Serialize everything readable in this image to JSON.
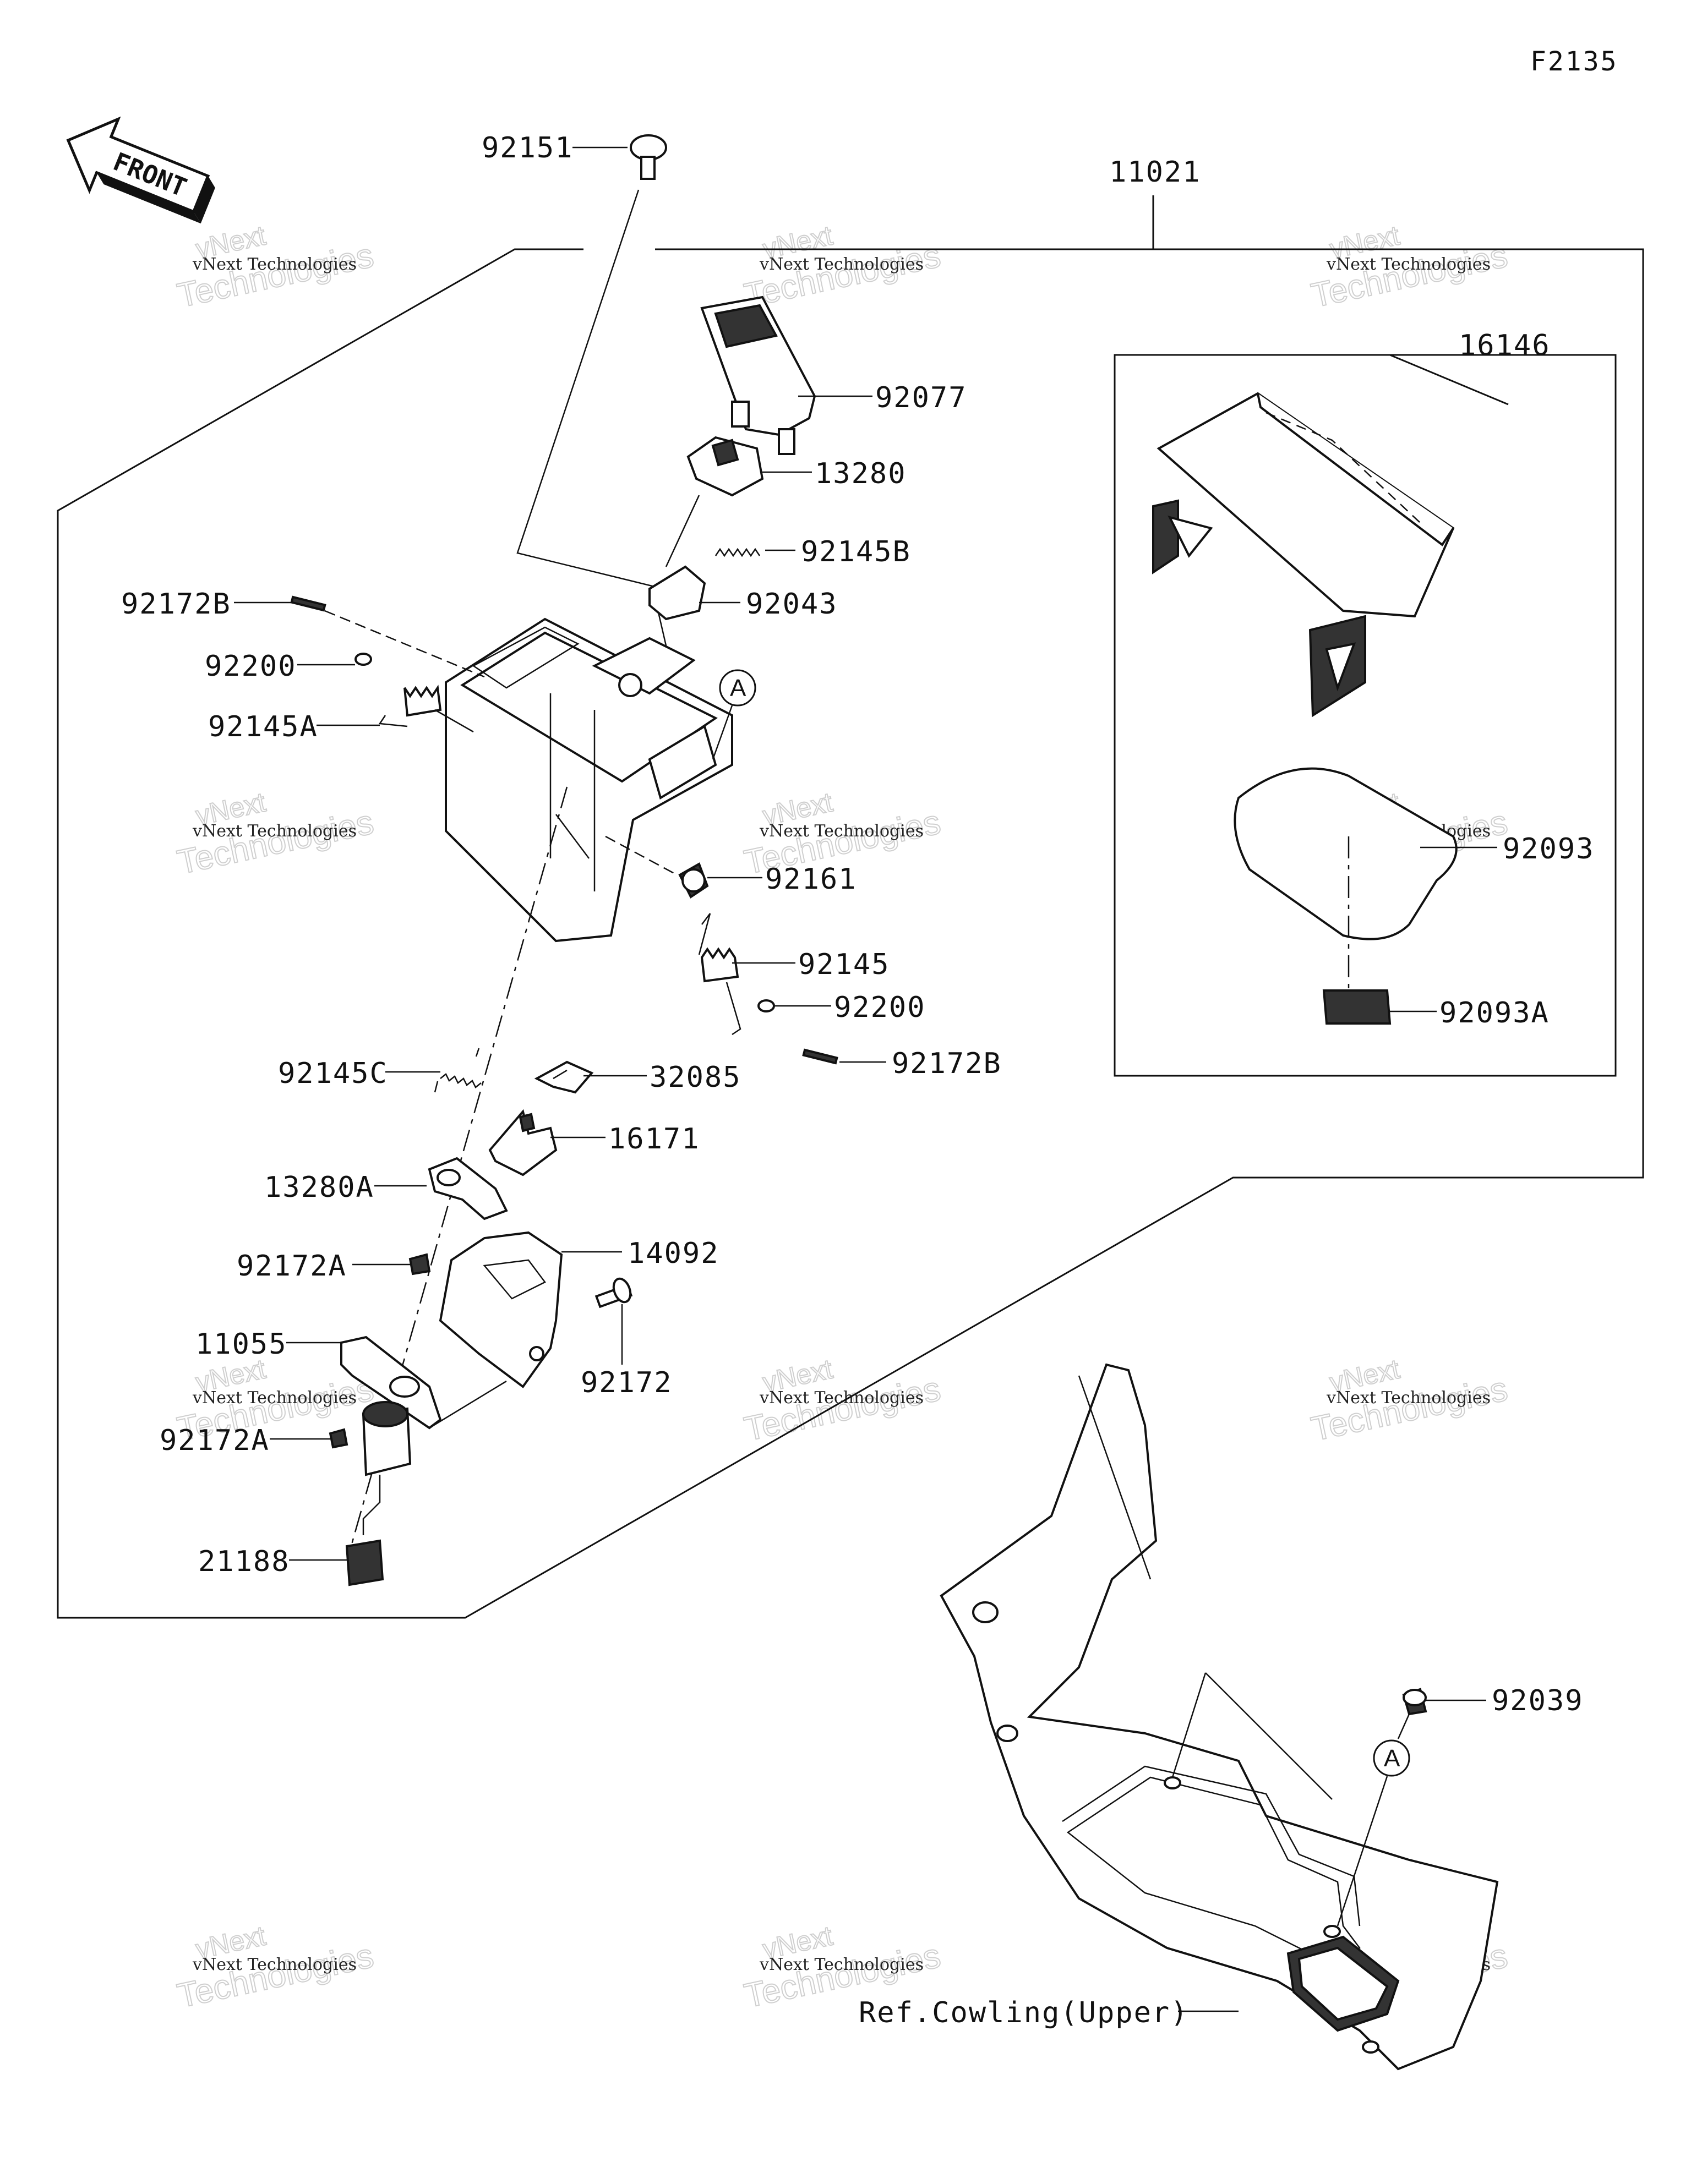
{
  "figure_code": "F2135",
  "front_label": "FRONT",
  "reference_label": "Ref.Cowling(Upper)",
  "callout_marker": "A",
  "watermark": {
    "line1": "vNext Technologies",
    "line2": "vNext",
    "line3": "Technologies"
  },
  "part_labels": {
    "p92151": "92151",
    "p11021": "11021",
    "p16146": "16146",
    "p92077": "92077",
    "p13280": "13280",
    "p92145B": "92145B",
    "p92043": "92043",
    "p92172B_top": "92172B",
    "p92200_top": "92200",
    "p92145A": "92145A",
    "p92161": "92161",
    "p92145": "92145",
    "p92200_bottom": "92200",
    "p92172B_bottom": "92172B",
    "p92145C": "92145C",
    "p32085": "32085",
    "p16171": "16171",
    "p13280A": "13280A",
    "p14092": "14092",
    "p92172A_top": "92172A",
    "p11055": "11055",
    "p92172": "92172",
    "p92172A_bottom": "92172A",
    "p21188": "21188",
    "p92093": "92093",
    "p92093A": "92093A",
    "p92039": "92039"
  }
}
